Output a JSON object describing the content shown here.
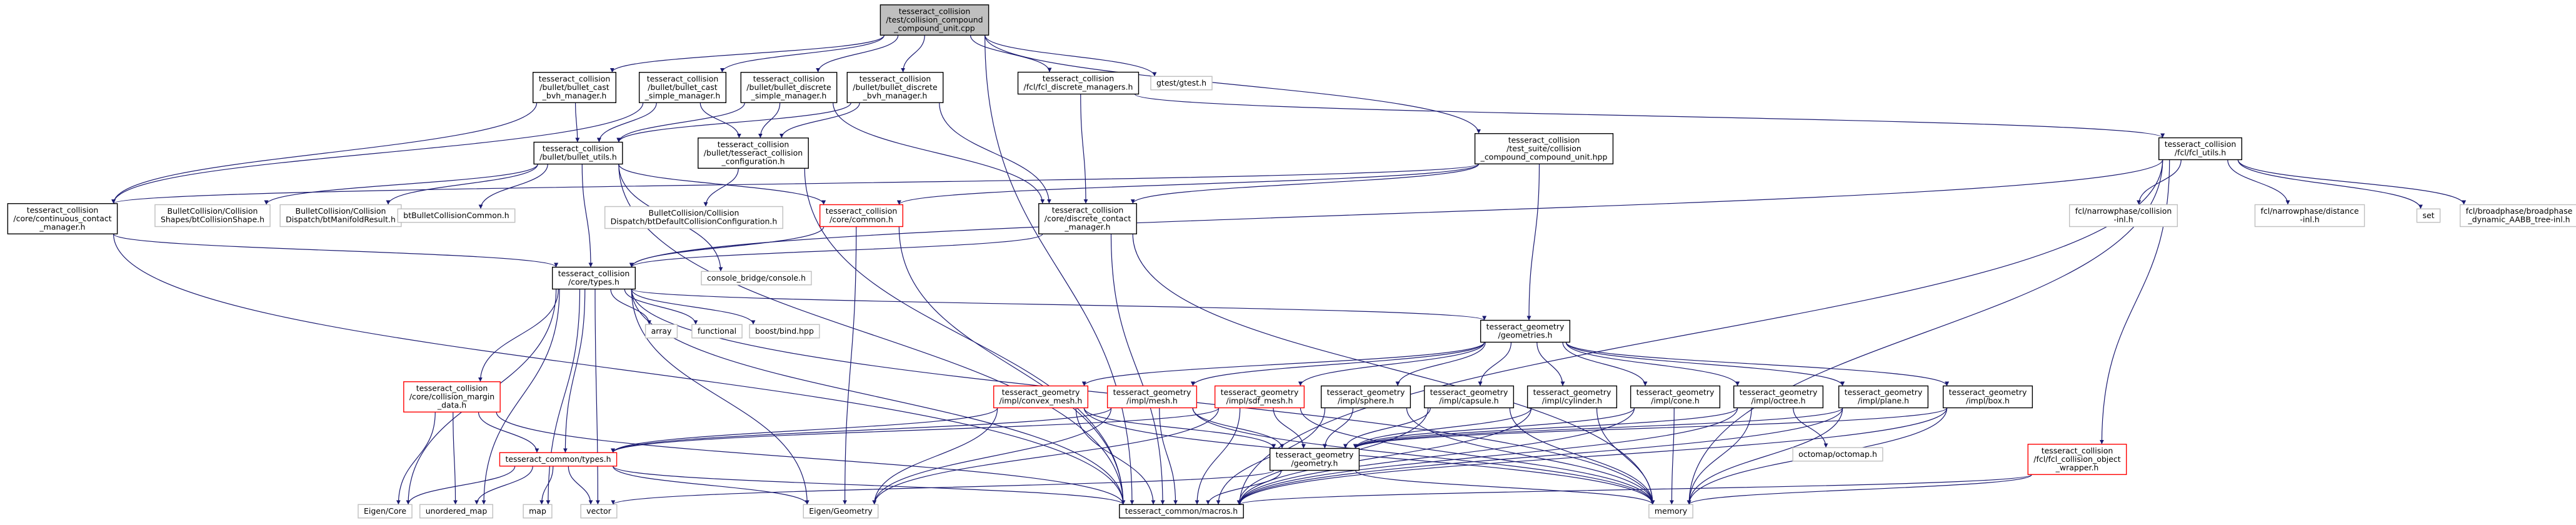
{
  "graph": {
    "nodes": [
      {
        "id": "root",
        "lines": [
          "tesseract_collision",
          "/test/collision_compound",
          "_compound_unit.cpp"
        ],
        "fill": "#bfbfbf",
        "stroke": "#000000"
      },
      {
        "id": "bullet_cast_bvh",
        "lines": [
          "tesseract_collision",
          "/bullet/bullet_cast",
          "_bvh_manager.h"
        ],
        "fill": "#ffffff",
        "stroke": "#000000"
      },
      {
        "id": "bullet_cast_simple",
        "lines": [
          "tesseract_collision",
          "/bullet/bullet_cast",
          "_simple_manager.h"
        ],
        "fill": "#ffffff",
        "stroke": "#000000"
      },
      {
        "id": "bullet_discrete_simple",
        "lines": [
          "tesseract_collision",
          "/bullet/bullet_discrete",
          "_simple_manager.h"
        ],
        "fill": "#ffffff",
        "stroke": "#000000"
      },
      {
        "id": "bullet_discrete_bvh",
        "lines": [
          "tesseract_collision",
          "/bullet/bullet_discrete",
          "_bvh_manager.h"
        ],
        "fill": "#ffffff",
        "stroke": "#000000"
      },
      {
        "id": "fcl_discrete_managers",
        "lines": [
          "tesseract_collision",
          "/fcl/fcl_discrete_managers.h"
        ],
        "fill": "#ffffff",
        "stroke": "#000000"
      },
      {
        "id": "gtest",
        "lines": [
          "gtest/gtest.h"
        ],
        "fill": "#ffffff",
        "stroke": "#bfbfbf"
      },
      {
        "id": "bullet_utils",
        "lines": [
          "tesseract_collision",
          "/bullet/bullet_utils.h"
        ],
        "fill": "#ffffff",
        "stroke": "#000000"
      },
      {
        "id": "tesseract_collision_config",
        "lines": [
          "tesseract_collision",
          "/bullet/tesseract_collision",
          "_configuration.h"
        ],
        "fill": "#ffffff",
        "stroke": "#000000"
      },
      {
        "id": "test_suite",
        "lines": [
          "tesseract_collision",
          "/test_suite/collision",
          "_compound_compound_unit.hpp"
        ],
        "fill": "#ffffff",
        "stroke": "#000000"
      },
      {
        "id": "fcl_utils",
        "lines": [
          "tesseract_collision",
          "/fcl/fcl_utils.h"
        ],
        "fill": "#ffffff",
        "stroke": "#000000"
      },
      {
        "id": "continuous_contact",
        "lines": [
          "tesseract_collision",
          "/core/continuous_contact",
          "_manager.h"
        ],
        "fill": "#ffffff",
        "stroke": "#000000"
      },
      {
        "id": "bt_collision_shape",
        "lines": [
          "BulletCollision/Collision",
          "Shapes/btCollisionShape.h"
        ],
        "fill": "#ffffff",
        "stroke": "#bfbfbf"
      },
      {
        "id": "bt_manifold",
        "lines": [
          "BulletCollision/Collision",
          "Dispatch/btManifoldResult.h"
        ],
        "fill": "#ffffff",
        "stroke": "#bfbfbf"
      },
      {
        "id": "bt_common",
        "lines": [
          "btBulletCollisionCommon.h"
        ],
        "fill": "#ffffff",
        "stroke": "#bfbfbf"
      },
      {
        "id": "bt_default_config",
        "lines": [
          "BulletCollision/Collision",
          "Dispatch/btDefaultCollisionConfiguration.h"
        ],
        "fill": "#ffffff",
        "stroke": "#bfbfbf"
      },
      {
        "id": "core_common",
        "lines": [
          "tesseract_collision",
          "/core/common.h"
        ],
        "fill": "#ffffff",
        "stroke": "#ff0000"
      },
      {
        "id": "discrete_contact",
        "lines": [
          "tesseract_collision",
          "/core/discrete_contact",
          "_manager.h"
        ],
        "fill": "#ffffff",
        "stroke": "#000000"
      },
      {
        "id": "fcl_collision",
        "lines": [
          "fcl/narrowphase/collision",
          "-inl.h"
        ],
        "fill": "#ffffff",
        "stroke": "#bfbfbf"
      },
      {
        "id": "fcl_distance",
        "lines": [
          "fcl/narrowphase/distance",
          "-inl.h"
        ],
        "fill": "#ffffff",
        "stroke": "#bfbfbf"
      },
      {
        "id": "set",
        "lines": [
          "set"
        ],
        "fill": "#ffffff",
        "stroke": "#bfbfbf"
      },
      {
        "id": "fcl_broadphase",
        "lines": [
          "fcl/broadphase/broadphase",
          "_dynamic_AABB_tree-inl.h"
        ],
        "fill": "#ffffff",
        "stroke": "#bfbfbf"
      },
      {
        "id": "core_types",
        "lines": [
          "tesseract_collision",
          "/core/types.h"
        ],
        "fill": "#ffffff",
        "stroke": "#000000"
      },
      {
        "id": "console_bridge",
        "lines": [
          "console_bridge/console.h"
        ],
        "fill": "#ffffff",
        "stroke": "#bfbfbf"
      },
      {
        "id": "array",
        "lines": [
          "array"
        ],
        "fill": "#ffffff",
        "stroke": "#bfbfbf"
      },
      {
        "id": "functional",
        "lines": [
          "functional"
        ],
        "fill": "#ffffff",
        "stroke": "#bfbfbf"
      },
      {
        "id": "boost_bind",
        "lines": [
          "boost/bind.hpp"
        ],
        "fill": "#ffffff",
        "stroke": "#bfbfbf"
      },
      {
        "id": "geometries",
        "lines": [
          "tesseract_geometry",
          "/geometries.h"
        ],
        "fill": "#ffffff",
        "stroke": "#000000"
      },
      {
        "id": "collision_margin",
        "lines": [
          "tesseract_collision",
          "/core/collision_margin",
          "_data.h"
        ],
        "fill": "#ffffff",
        "stroke": "#ff0000"
      },
      {
        "id": "convex_mesh",
        "lines": [
          "tesseract_geometry",
          "/impl/convex_mesh.h"
        ],
        "fill": "#ffffff",
        "stroke": "#ff0000"
      },
      {
        "id": "mesh",
        "lines": [
          "tesseract_geometry",
          "/impl/mesh.h"
        ],
        "fill": "#ffffff",
        "stroke": "#ff0000"
      },
      {
        "id": "sdf_mesh",
        "lines": [
          "tesseract_geometry",
          "/impl/sdf_mesh.h"
        ],
        "fill": "#ffffff",
        "stroke": "#ff0000"
      },
      {
        "id": "sphere",
        "lines": [
          "tesseract_geometry",
          "/impl/sphere.h"
        ],
        "fill": "#ffffff",
        "stroke": "#000000"
      },
      {
        "id": "capsule",
        "lines": [
          "tesseract_geometry",
          "/impl/capsule.h"
        ],
        "fill": "#ffffff",
        "stroke": "#000000"
      },
      {
        "id": "cylinder",
        "lines": [
          "tesseract_geometry",
          "/impl/cylinder.h"
        ],
        "fill": "#ffffff",
        "stroke": "#000000"
      },
      {
        "id": "cone",
        "lines": [
          "tesseract_geometry",
          "/impl/cone.h"
        ],
        "fill": "#ffffff",
        "stroke": "#000000"
      },
      {
        "id": "octree",
        "lines": [
          "tesseract_geometry",
          "/impl/octree.h"
        ],
        "fill": "#ffffff",
        "stroke": "#000000"
      },
      {
        "id": "plane",
        "lines": [
          "tesseract_geometry",
          "/impl/plane.h"
        ],
        "fill": "#ffffff",
        "stroke": "#000000"
      },
      {
        "id": "box",
        "lines": [
          "tesseract_geometry",
          "/impl/box.h"
        ],
        "fill": "#ffffff",
        "stroke": "#000000"
      },
      {
        "id": "common_types",
        "lines": [
          "tesseract_common/types.h"
        ],
        "fill": "#ffffff",
        "stroke": "#ff0000"
      },
      {
        "id": "geometry",
        "lines": [
          "tesseract_geometry",
          "/geometry.h"
        ],
        "fill": "#ffffff",
        "stroke": "#000000"
      },
      {
        "id": "octomap",
        "lines": [
          "octomap/octomap.h"
        ],
        "fill": "#ffffff",
        "stroke": "#bfbfbf"
      },
      {
        "id": "fcl_collision_object",
        "lines": [
          "tesseract_collision",
          "/fcl/fcl_collision_object",
          "_wrapper.h"
        ],
        "fill": "#ffffff",
        "stroke": "#ff0000"
      },
      {
        "id": "eigen_core",
        "lines": [
          "Eigen/Core"
        ],
        "fill": "#ffffff",
        "stroke": "#bfbfbf"
      },
      {
        "id": "unordered_map",
        "lines": [
          "unordered_map"
        ],
        "fill": "#ffffff",
        "stroke": "#bfbfbf"
      },
      {
        "id": "map",
        "lines": [
          "map"
        ],
        "fill": "#ffffff",
        "stroke": "#bfbfbf"
      },
      {
        "id": "vector",
        "lines": [
          "vector"
        ],
        "fill": "#ffffff",
        "stroke": "#bfbfbf"
      },
      {
        "id": "eigen_geometry",
        "lines": [
          "Eigen/Geometry"
        ],
        "fill": "#ffffff",
        "stroke": "#bfbfbf"
      },
      {
        "id": "common_macros",
        "lines": [
          "tesseract_common/macros.h"
        ],
        "fill": "#ffffff",
        "stroke": "#000000"
      },
      {
        "id": "memory",
        "lines": [
          "memory"
        ],
        "fill": "#ffffff",
        "stroke": "#bfbfbf"
      }
    ],
    "edges": [
      [
        "root",
        "bullet_cast_bvh"
      ],
      [
        "root",
        "bullet_cast_simple"
      ],
      [
        "root",
        "bullet_discrete_simple"
      ],
      [
        "root",
        "bullet_discrete_bvh"
      ],
      [
        "root",
        "fcl_discrete_managers"
      ],
      [
        "root",
        "gtest"
      ],
      [
        "root",
        "test_suite"
      ],
      [
        "root",
        "common_macros"
      ],
      [
        "bullet_cast_bvh",
        "bullet_utils"
      ],
      [
        "bullet_cast_bvh",
        "continuous_contact"
      ],
      [
        "bullet_cast_simple",
        "bullet_utils"
      ],
      [
        "bullet_cast_simple",
        "tesseract_collision_config"
      ],
      [
        "bullet_cast_simple",
        "continuous_contact"
      ],
      [
        "bullet_discrete_simple",
        "bullet_utils"
      ],
      [
        "bullet_discrete_simple",
        "tesseract_collision_config"
      ],
      [
        "bullet_discrete_simple",
        "discrete_contact"
      ],
      [
        "bullet_discrete_bvh",
        "bullet_utils"
      ],
      [
        "bullet_discrete_bvh",
        "tesseract_collision_config"
      ],
      [
        "bullet_discrete_bvh",
        "discrete_contact"
      ],
      [
        "fcl_discrete_managers",
        "discrete_contact"
      ],
      [
        "fcl_discrete_managers",
        "fcl_utils"
      ],
      [
        "bullet_utils",
        "bt_collision_shape"
      ],
      [
        "bullet_utils",
        "bt_manifold"
      ],
      [
        "bullet_utils",
        "bt_common"
      ],
      [
        "bullet_utils",
        "core_common"
      ],
      [
        "bullet_utils",
        "core_types"
      ],
      [
        "bullet_utils",
        "common_macros"
      ],
      [
        "bullet_utils",
        "console_bridge"
      ],
      [
        "tesseract_collision_config",
        "bt_default_config"
      ],
      [
        "tesseract_collision_config",
        "common_macros"
      ],
      [
        "test_suite",
        "continuous_contact"
      ],
      [
        "test_suite",
        "discrete_contact"
      ],
      [
        "test_suite",
        "geometries"
      ],
      [
        "test_suite",
        "core_common"
      ],
      [
        "fcl_utils",
        "fcl_collision"
      ],
      [
        "fcl_utils",
        "fcl_distance"
      ],
      [
        "fcl_utils",
        "set"
      ],
      [
        "fcl_utils",
        "fcl_broadphase"
      ],
      [
        "fcl_utils",
        "fcl_collision_object"
      ],
      [
        "fcl_utils",
        "core_types"
      ],
      [
        "fcl_utils",
        "common_macros"
      ],
      [
        "fcl_utils",
        "memory"
      ],
      [
        "continuous_contact",
        "core_types"
      ],
      [
        "continuous_contact",
        "common_macros"
      ],
      [
        "core_common",
        "core_types"
      ],
      [
        "core_common",
        "common_macros"
      ],
      [
        "core_common",
        "eigen_geometry"
      ],
      [
        "discrete_contact",
        "core_types"
      ],
      [
        "discrete_contact",
        "common_macros"
      ],
      [
        "discrete_contact",
        "memory"
      ],
      [
        "core_types",
        "array"
      ],
      [
        "core_types",
        "functional"
      ],
      [
        "core_types",
        "boost_bind"
      ],
      [
        "core_types",
        "collision_margin"
      ],
      [
        "core_types",
        "common_types"
      ],
      [
        "core_types",
        "geometries"
      ],
      [
        "core_types",
        "eigen_core"
      ],
      [
        "core_types",
        "unordered_map"
      ],
      [
        "core_types",
        "map"
      ],
      [
        "core_types",
        "vector"
      ],
      [
        "core_types",
        "eigen_geometry"
      ],
      [
        "core_types",
        "common_macros"
      ],
      [
        "core_types",
        "memory"
      ],
      [
        "collision_margin",
        "common_types"
      ],
      [
        "collision_margin",
        "eigen_core"
      ],
      [
        "collision_margin",
        "unordered_map"
      ],
      [
        "collision_margin",
        "common_macros"
      ],
      [
        "geometries",
        "convex_mesh"
      ],
      [
        "geometries",
        "mesh"
      ],
      [
        "geometries",
        "sdf_mesh"
      ],
      [
        "geometries",
        "sphere"
      ],
      [
        "geometries",
        "capsule"
      ],
      [
        "geometries",
        "cylinder"
      ],
      [
        "geometries",
        "cone"
      ],
      [
        "geometries",
        "octree"
      ],
      [
        "geometries",
        "plane"
      ],
      [
        "geometries",
        "box"
      ],
      [
        "convex_mesh",
        "common_types"
      ],
      [
        "convex_mesh",
        "geometry"
      ],
      [
        "convex_mesh",
        "common_macros"
      ],
      [
        "convex_mesh",
        "eigen_geometry"
      ],
      [
        "convex_mesh",
        "memory"
      ],
      [
        "mesh",
        "common_types"
      ],
      [
        "mesh",
        "geometry"
      ],
      [
        "mesh",
        "common_macros"
      ],
      [
        "mesh",
        "eigen_geometry"
      ],
      [
        "mesh",
        "memory"
      ],
      [
        "sdf_mesh",
        "common_types"
      ],
      [
        "sdf_mesh",
        "geometry"
      ],
      [
        "sdf_mesh",
        "common_macros"
      ],
      [
        "sdf_mesh",
        "eigen_geometry"
      ],
      [
        "sdf_mesh",
        "memory"
      ],
      [
        "sphere",
        "geometry"
      ],
      [
        "sphere",
        "common_macros"
      ],
      [
        "sphere",
        "memory"
      ],
      [
        "capsule",
        "geometry"
      ],
      [
        "capsule",
        "common_macros"
      ],
      [
        "capsule",
        "memory"
      ],
      [
        "cylinder",
        "geometry"
      ],
      [
        "cylinder",
        "common_macros"
      ],
      [
        "cylinder",
        "memory"
      ],
      [
        "cone",
        "geometry"
      ],
      [
        "cone",
        "common_macros"
      ],
      [
        "cone",
        "memory"
      ],
      [
        "octree",
        "geometry"
      ],
      [
        "octree",
        "octomap"
      ],
      [
        "octree",
        "common_macros"
      ],
      [
        "octree",
        "memory"
      ],
      [
        "plane",
        "geometry"
      ],
      [
        "plane",
        "common_macros"
      ],
      [
        "plane",
        "memory"
      ],
      [
        "box",
        "geometry"
      ],
      [
        "box",
        "common_macros"
      ],
      [
        "box",
        "memory"
      ],
      [
        "common_types",
        "eigen_core"
      ],
      [
        "common_types",
        "unordered_map"
      ],
      [
        "common_types",
        "map"
      ],
      [
        "common_types",
        "vector"
      ],
      [
        "common_types",
        "eigen_geometry"
      ],
      [
        "common_types",
        "common_macros"
      ],
      [
        "geometry",
        "common_macros"
      ],
      [
        "geometry",
        "memory"
      ],
      [
        "geometry",
        "vector"
      ],
      [
        "fcl_collision_object",
        "common_macros"
      ],
      [
        "fcl_collision_object",
        "memory"
      ]
    ],
    "colors": {
      "edge": "#191970",
      "link_border": "#ff0000",
      "external_border": "#bfbfbf",
      "root_fill": "#bfbfbf"
    }
  }
}
